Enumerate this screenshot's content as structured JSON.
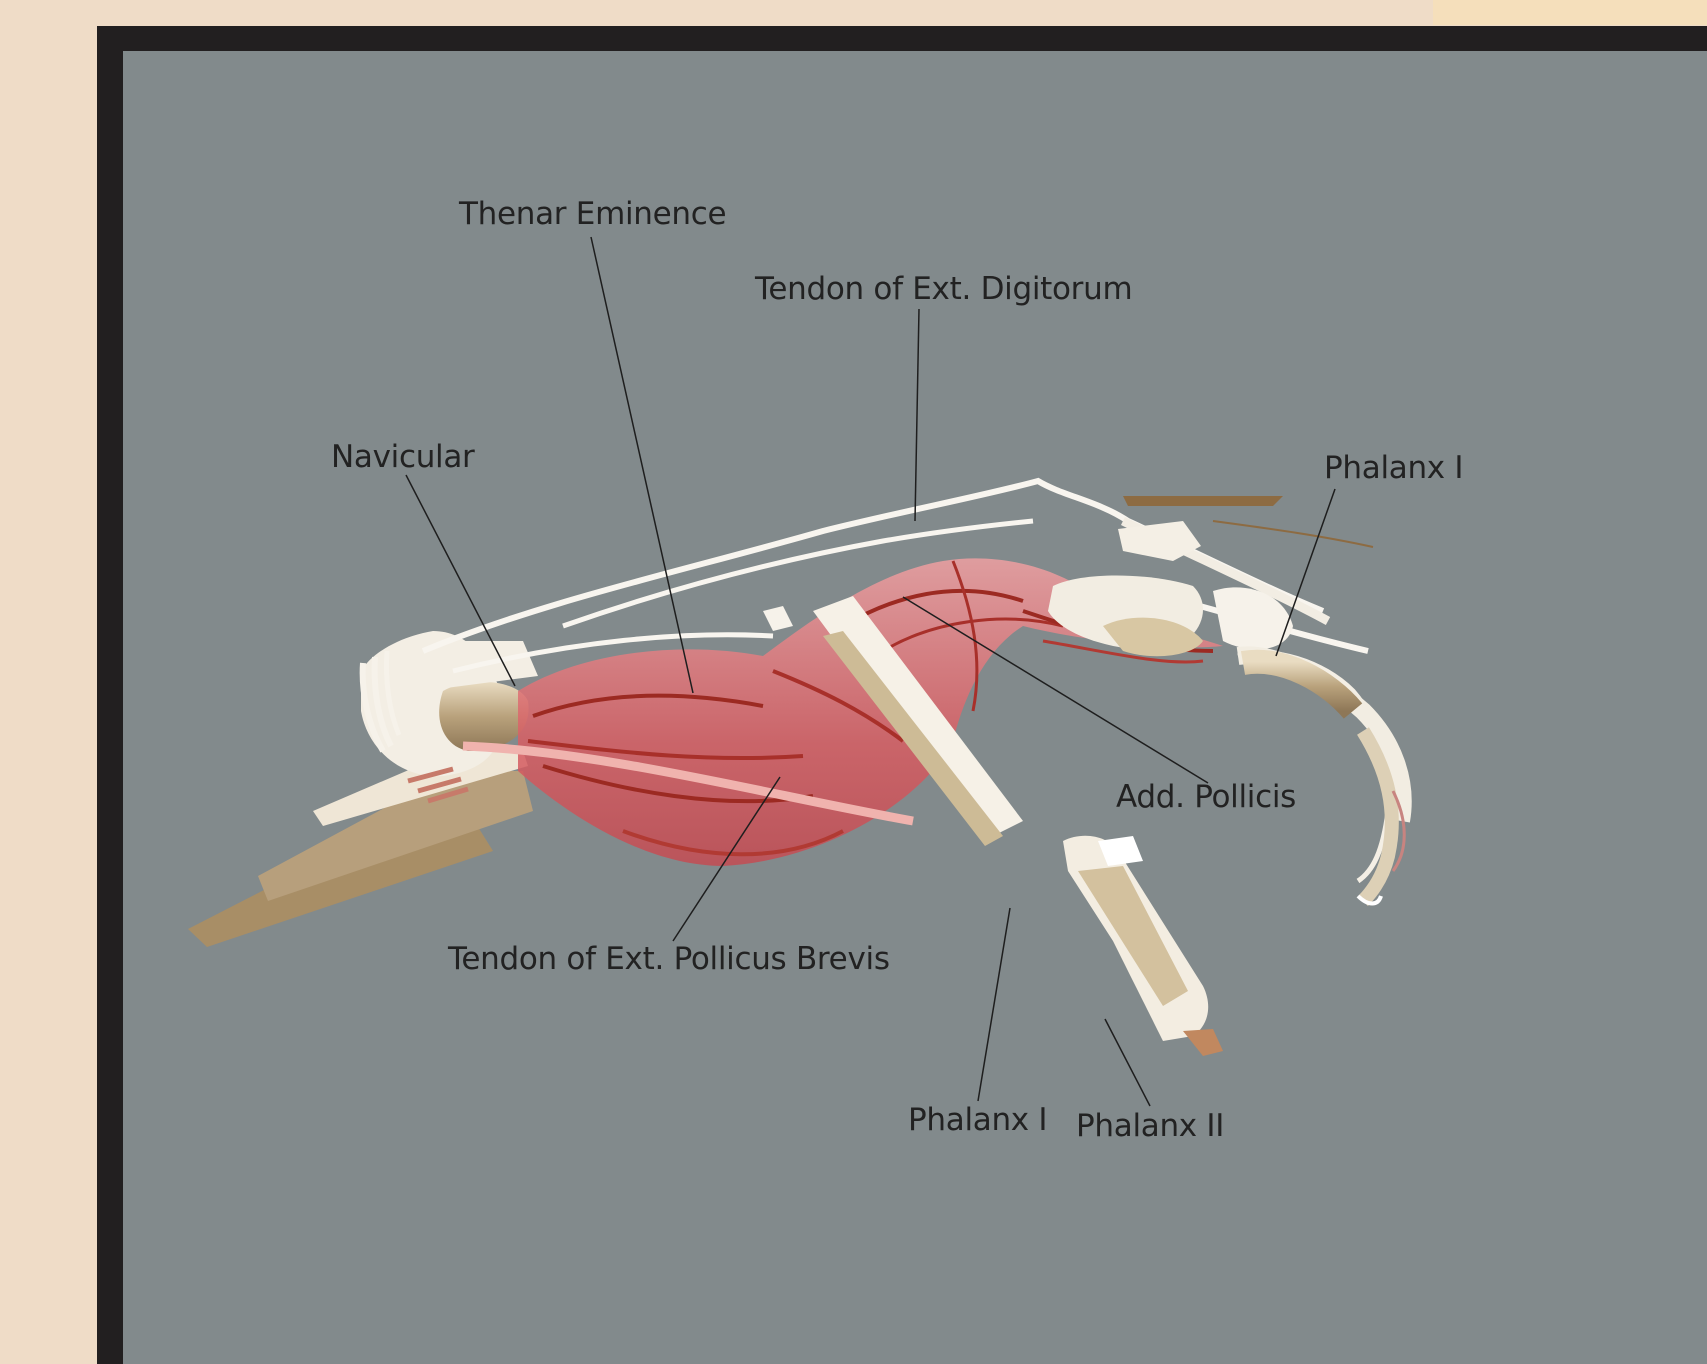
{
  "labels": {
    "thenar_eminence": "Thenar Eminence",
    "tendon_ext_digitorum": "Tendon of Ext. Digitorum",
    "navicular": "Navicular",
    "phalanx_i_right": "Phalanx I",
    "add_pollicis": "Add. Pollicis",
    "tendon_ext_pollicus_brevis": "Tendon of Ext. Pollicus Brevis",
    "phalanx_i_bottom": "Phalanx I",
    "phalanx_ii": "Phalanx II"
  },
  "colors": {
    "page_background": "#efdcc7",
    "frame": "#221f20",
    "viewport_background": "#828a8c",
    "label_text": "#222222",
    "leader_line": "#1e1e1e",
    "bone": "#a89270",
    "tendon_white": "#f6f2ea",
    "muscle": "#d9656a",
    "muscle_dark": "#9c2a22"
  }
}
